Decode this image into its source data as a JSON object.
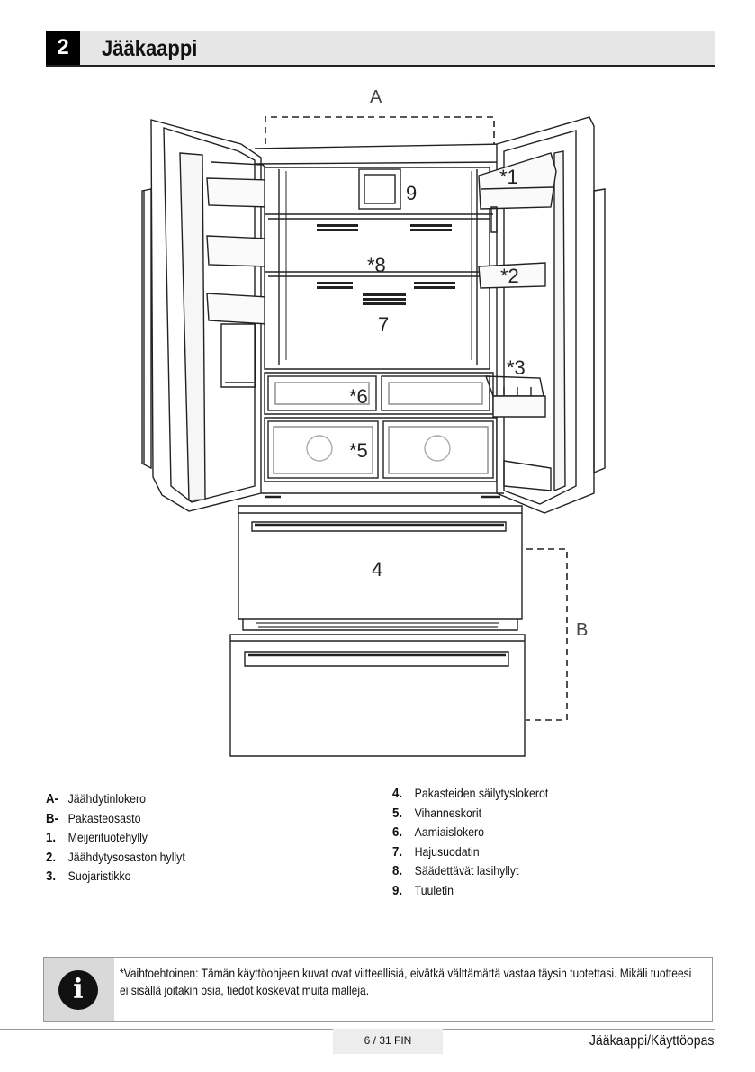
{
  "section": {
    "number": "2",
    "title": "Jääkaappi"
  },
  "diagram": {
    "labels": {
      "A": "A",
      "B": "B",
      "c1": "*1",
      "c2": "*2",
      "c3": "*3",
      "c4": "4",
      "c5": "*5",
      "c6": "*6",
      "c7": "7",
      "c8": "*8",
      "c9": "9"
    }
  },
  "legend_left": [
    {
      "key": "A-",
      "text": "Jäähdytinlokero"
    },
    {
      "key": "B-",
      "text": "Pakasteosasto"
    },
    {
      "key": "1.",
      "text": "Meijerituotehylly"
    },
    {
      "key": "2.",
      "text": "Jäähdytysosaston hyllyt"
    },
    {
      "key": "3.",
      "text": "Suojaristikko"
    }
  ],
  "legend_right": [
    {
      "key": "4.",
      "text": "Pakasteiden säilytyslokerot"
    },
    {
      "key": "5.",
      "text": "Vihanneskorit"
    },
    {
      "key": "6.",
      "text": "Aamiaislokero"
    },
    {
      "key": "7.",
      "text": "Hajusuodatin"
    },
    {
      "key": "8.",
      "text": "Säädettävät lasihyllyt"
    },
    {
      "key": "9.",
      "text": "Tuuletin"
    }
  ],
  "note": {
    "icon": "info-icon",
    "text": "*Vaihtoehtoinen: Tämän käyttöohjeen kuvat ovat viitteellisiä, eivätkä välttämättä vastaa täysin tuotettasi. Mikäli tuotteesi ei sisällä joitakin osia, tiedot koskevat muita malleja."
  },
  "footer": {
    "page": "6 / 31  FIN",
    "doc_title": "Jääkaappi/Käyttöopas"
  }
}
